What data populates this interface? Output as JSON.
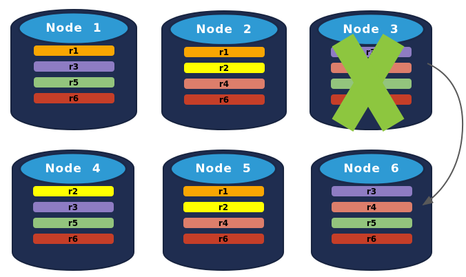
{
  "colors": {
    "cylinder_body": "#1F2D50",
    "cylinder_outline": "#17233F",
    "cylinder_top": "#2E9AD4",
    "cylinder_top_border": "#1B2A4A",
    "title_text": "#FFFFFF",
    "bar_label": "#000000",
    "failure_x": "#8DC63F",
    "arrow": "#595959",
    "replica_colors": {
      "r1": "#F9A602",
      "r2": "#FFFF00",
      "r3": "#8E7CC3",
      "r4": "#DD7E6B",
      "r5": "#93C47D",
      "r6": "#C53E28"
    }
  },
  "nodes": [
    {
      "id": "node-1",
      "label": "Node 1",
      "replicas": [
        "r1",
        "r3",
        "r5",
        "r6"
      ],
      "failed": false
    },
    {
      "id": "node-2",
      "label": "Node 2",
      "replicas": [
        "r1",
        "r2",
        "r4",
        "r6"
      ],
      "failed": false
    },
    {
      "id": "node-3",
      "label": "Node 3",
      "replicas": [
        "r3",
        "r4",
        "r5",
        "r6"
      ],
      "failed": true
    },
    {
      "id": "node-4",
      "label": "Node 4",
      "replicas": [
        "r2",
        "r3",
        "r5",
        "r6"
      ],
      "failed": false
    },
    {
      "id": "node-5",
      "label": "Node 5",
      "replicas": [
        "r1",
        "r2",
        "r4",
        "r6"
      ],
      "failed": false
    },
    {
      "id": "node-6",
      "label": "Node 6",
      "replicas": [
        "r3",
        "r4",
        "r5",
        "r6"
      ],
      "failed": false
    }
  ],
  "failover_arrow": {
    "from": "Node 3",
    "to": "Node 6"
  }
}
